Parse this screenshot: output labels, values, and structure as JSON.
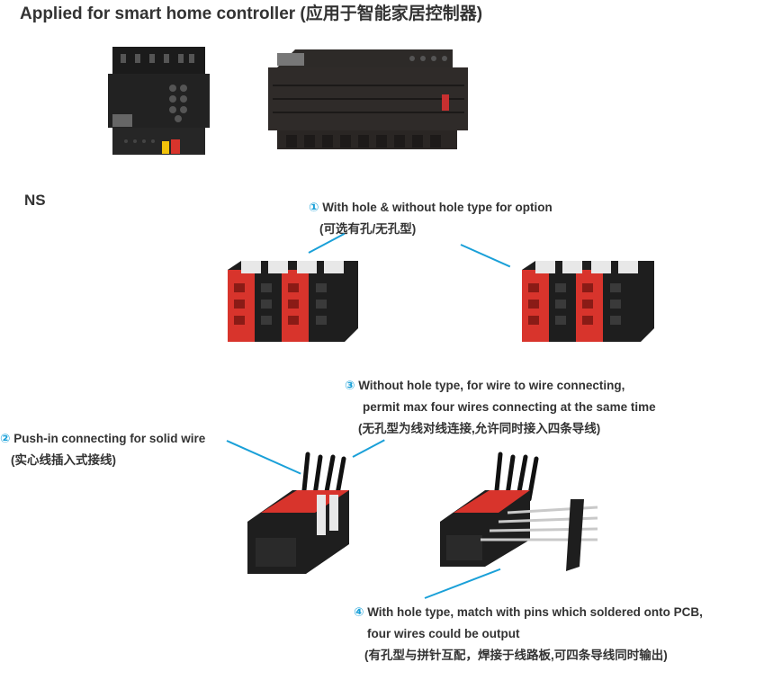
{
  "header": {
    "title": "Applied for smart home controller (应用于智能家居控制器)"
  },
  "section": {
    "label": "NS"
  },
  "notes": {
    "n1": {
      "num": "①",
      "line1": " With hole & without hole type for option",
      "line2": "(可选有孔/无孔型)"
    },
    "n2": {
      "num": "②",
      "line1": " Push-in connecting for solid wire",
      "line2": "(实心线插入式接线)"
    },
    "n3": {
      "num": "③",
      "line1": " Without hole type, for wire to wire connecting,",
      "line2": "permit max four wires connecting at the same time",
      "line3": "(无孔型为线对线连接,允许同时接入四条导线)"
    },
    "n4": {
      "num": "④",
      "line1": " With hole type, match with pins which soldered onto PCB,",
      "line2": "four wires could be output",
      "line3": "(有孔型与拼针互配，焊接于线路板,可四条导线同时输出)"
    }
  },
  "colors": {
    "accent": "#1aa0d8",
    "red": "#d8342c",
    "black": "#1e1e1e"
  }
}
